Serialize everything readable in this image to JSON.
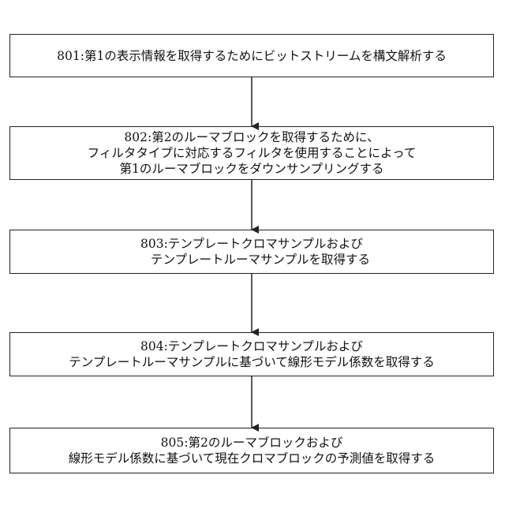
{
  "flowchart": {
    "steps": [
      {
        "label": "801",
        "lines": [
          "801:第1の表示情報を取得するためにビットストリームを構文解析する"
        ]
      },
      {
        "label": "802",
        "lines": [
          "802:第2のルーマブロックを取得するために、",
          "フィルタタイプに対応するフィルタを使用することによって",
          "第1のルーマブロックをダウンサンプリングする"
        ]
      },
      {
        "label": "803",
        "lines": [
          "803:テンプレートクロマサンプルおよび",
          "テンプレートルーマサンプルを取得する"
        ]
      },
      {
        "label": "804",
        "lines": [
          "804:テンプレートクロマサンプルおよび",
          "テンプレートルーマサンプルに基づいて線形モデル係数を取得する"
        ]
      },
      {
        "label": "805",
        "lines": [
          "805:第2のルーマブロックおよび",
          "線形モデル係数に基づいて現在クロマブロックの予測値を取得する"
        ]
      }
    ]
  },
  "colors": {
    "border": "#222222",
    "arrow": "#222222",
    "text": "#111111",
    "background": "#ffffff"
  }
}
